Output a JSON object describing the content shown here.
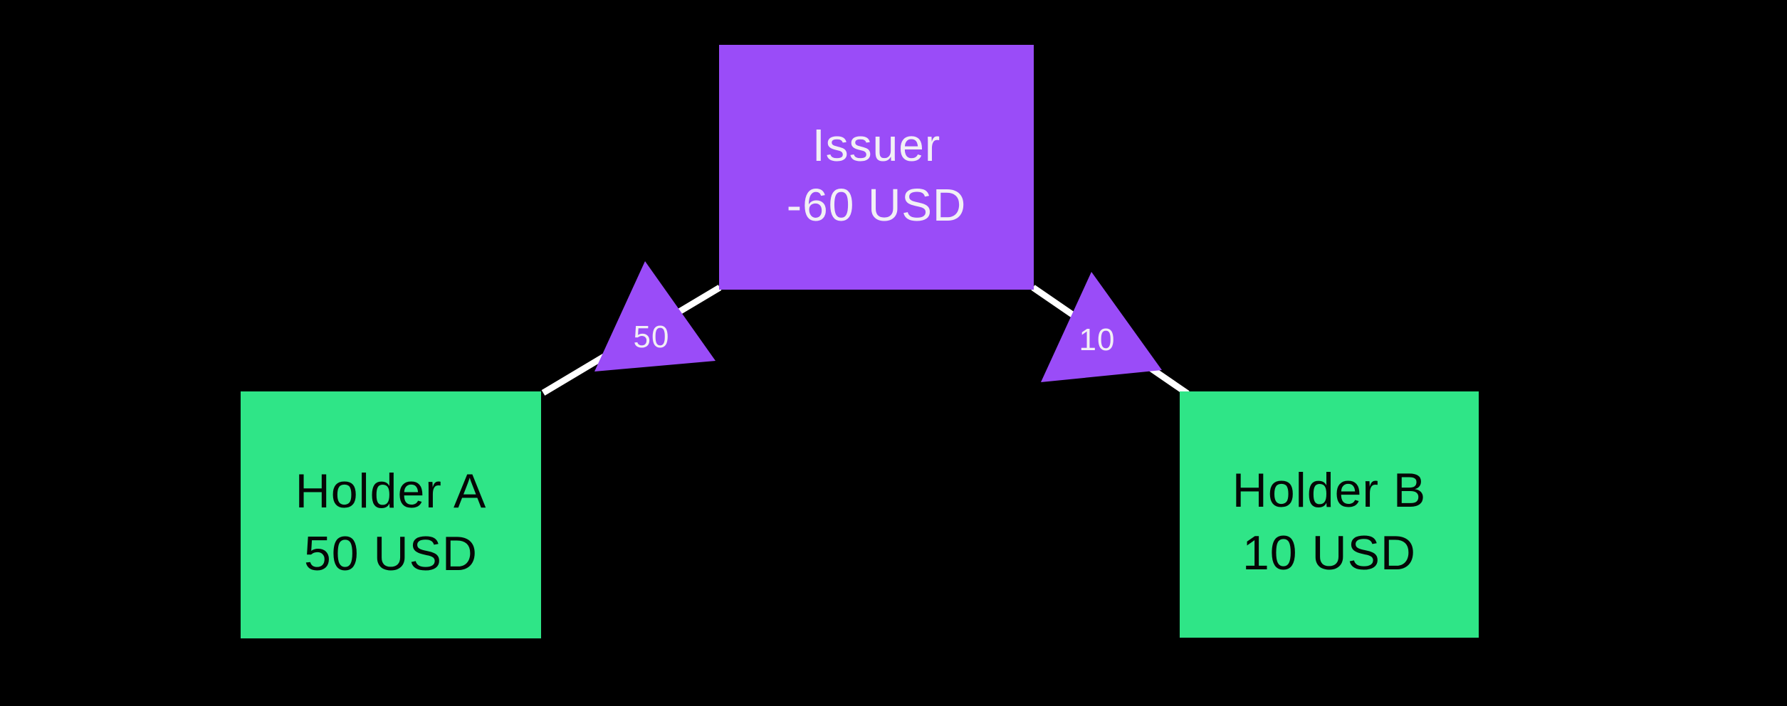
{
  "colors": {
    "background": "#000000",
    "issuer_fill": "#9A4CF8",
    "holder_fill": "#2FE587",
    "edge_stroke": "#FFFFFF",
    "issuer_text": "#F2F0F5",
    "holder_text": "#060606"
  },
  "nodes": {
    "issuer": {
      "name": "Issuer",
      "balance": "-60 USD"
    },
    "holder_a": {
      "name": "Holder A",
      "balance": "50 USD"
    },
    "holder_b": {
      "name": "Holder B",
      "balance": "10 USD"
    }
  },
  "edges": {
    "issuer_to_holder_a": {
      "label": "50"
    },
    "issuer_to_holder_b": {
      "label": "10"
    }
  }
}
